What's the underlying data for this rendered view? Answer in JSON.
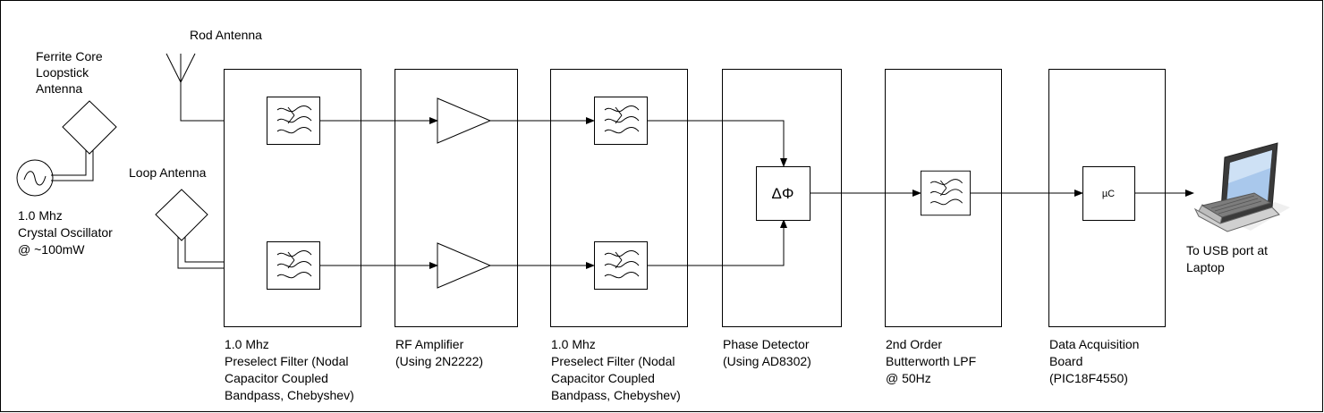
{
  "inputs": {
    "ferrite_label": [
      "Ferrite Core",
      "Loopstick",
      "Antenna"
    ],
    "rod_label": "Rod Antenna",
    "loop_label": "Loop Antenna",
    "oscillator_label": [
      "1.0 Mhz",
      "Crystal Oscillator",
      "@ ~100mW"
    ]
  },
  "stages": [
    {
      "id": "preselect-1",
      "caption": [
        "1.0 Mhz",
        "Preselect Filter (Nodal",
        "Capacitor Coupled",
        "Bandpass, Chebyshev)"
      ]
    },
    {
      "id": "rf-amplifier",
      "caption": [
        "RF Amplifier",
        "(Using 2N2222)"
      ]
    },
    {
      "id": "preselect-2",
      "caption": [
        "1.0 Mhz",
        "Preselect Filter (Nodal",
        "Capacitor Coupled",
        "Bandpass, Chebyshev)"
      ]
    },
    {
      "id": "phase-detector",
      "caption": [
        "Phase Detector",
        "(Using AD8302)"
      ]
    },
    {
      "id": "lpf",
      "caption": [
        "2nd Order",
        "Butterworth LPF",
        "@ 50Hz"
      ]
    },
    {
      "id": "daq",
      "caption": [
        "Data Acquisition",
        "Board",
        "(PIC18F4550)"
      ]
    }
  ],
  "symbols": {
    "phase_symbol": "ΔΦ",
    "micro_symbol": "µC"
  },
  "output": {
    "laptop_label": [
      "To USB port at",
      "Laptop"
    ]
  }
}
